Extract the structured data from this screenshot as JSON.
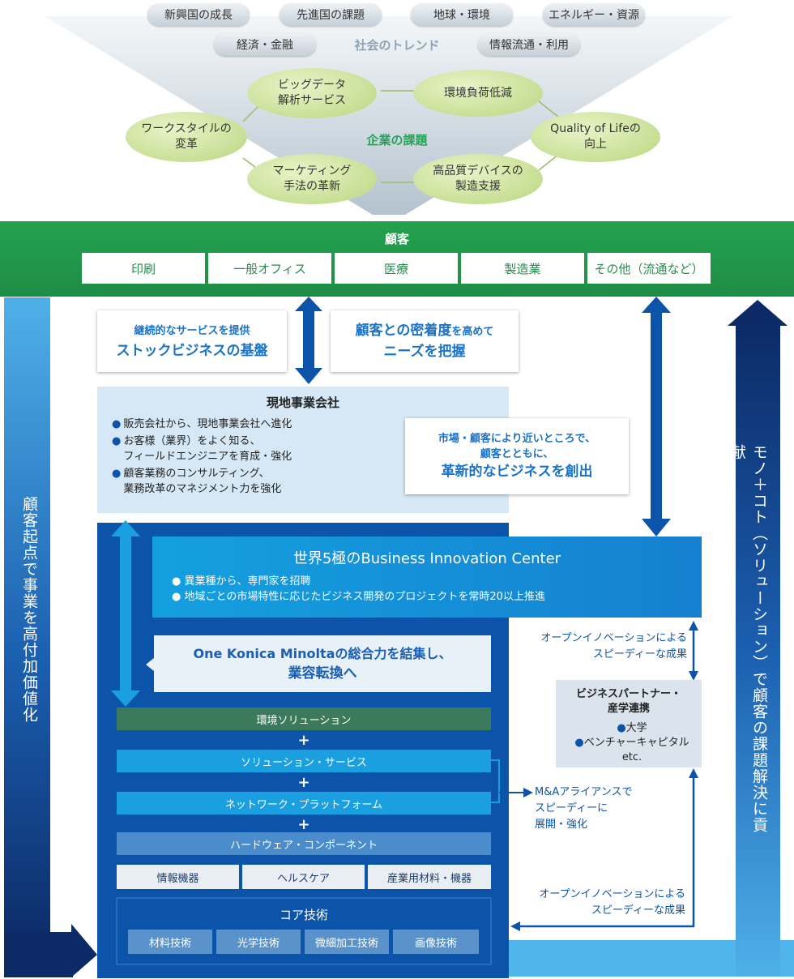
{
  "trends": {
    "title": "社会のトレンド",
    "items": [
      "新興国の成長",
      "先進国の課題",
      "地球・環境",
      "エネルギー・資源",
      "経済・金融",
      "情報流通・利用"
    ]
  },
  "issues": {
    "title": "企業の課題",
    "items": [
      "ビッグデータ\n解析サービス",
      "環境負荷低減",
      "ワークスタイルの\n変革",
      "Quality of Lifeの\n向上",
      "マーケティング\n手法の革新",
      "高品質デバイスの\n製造支援"
    ]
  },
  "customers": {
    "title": "顧客",
    "items": [
      "印刷",
      "一般オフィス",
      "医療",
      "製造業",
      "その他（流通など）"
    ]
  },
  "callouts": {
    "stock_small": "継続的なサービスを提供",
    "stock_large": "ストックビジネスの基盤",
    "needs_a": "顧客との密着度",
    "needs_b": "を高めて",
    "needs_c": "ニーズを把握",
    "market_a": "市場・顧客により近いところで、",
    "market_b": "顧客とともに、",
    "market_c": "革新的なビジネスを創出",
    "one_a": "One Konica Minoltaの総合力を結集し、",
    "one_b": "業容転換へ"
  },
  "local": {
    "title": "現地事業会社",
    "bullets": [
      "販売会社から、現地事業会社へ進化",
      "お客様（業界）をよく知る、\nフィールドエンジニアを育成・強化",
      "顧客業務のコンサルティング、\n業務改革のマネジメント力を強化"
    ]
  },
  "bic": {
    "title": "世界5極のBusiness Innovation Center",
    "bullets": [
      "異業種から、専門家を招聘",
      "地域ごとの市場特性に応じたビジネス開発のプロジェクトを常時20以上推進"
    ]
  },
  "stack": {
    "env": "環境ソリューション",
    "sol": "ソリューション・サービス",
    "net": "ネットワーク・プラットフォーム",
    "hw": "ハードウェア・コンポーネント",
    "plus": "+",
    "products": [
      "情報機器",
      "ヘルスケア",
      "産業用材料・機器"
    ],
    "core_title": "コア技術",
    "core_items": [
      "材料技術",
      "光学技術",
      "微細加工技術",
      "画像技術"
    ]
  },
  "partner": {
    "title": "ビジネスパートナー・\n産学連携",
    "items": [
      "大学",
      "ベンチャーキャピタル"
    ],
    "etc": "etc."
  },
  "labels": {
    "open1": "オープンイノベーションによる\nスピーディーな成果",
    "ma": "M&Aアライアンスで\nスピーディーに\n展開・強化",
    "open2": "オープンイノベーションによる\nスピーディーな成果",
    "left_vertical": "顧客起点で事業を高付加価値化",
    "right_vertical": "モノ＋コト（ソリューション）で顧客の課題解決に貢献"
  },
  "colors": {
    "green": "#2aa05a",
    "navy": "#0d2d6b",
    "blue": "#0a5bb0",
    "cyan": "#1aa0e0",
    "env_green": "#3c7a5c"
  }
}
